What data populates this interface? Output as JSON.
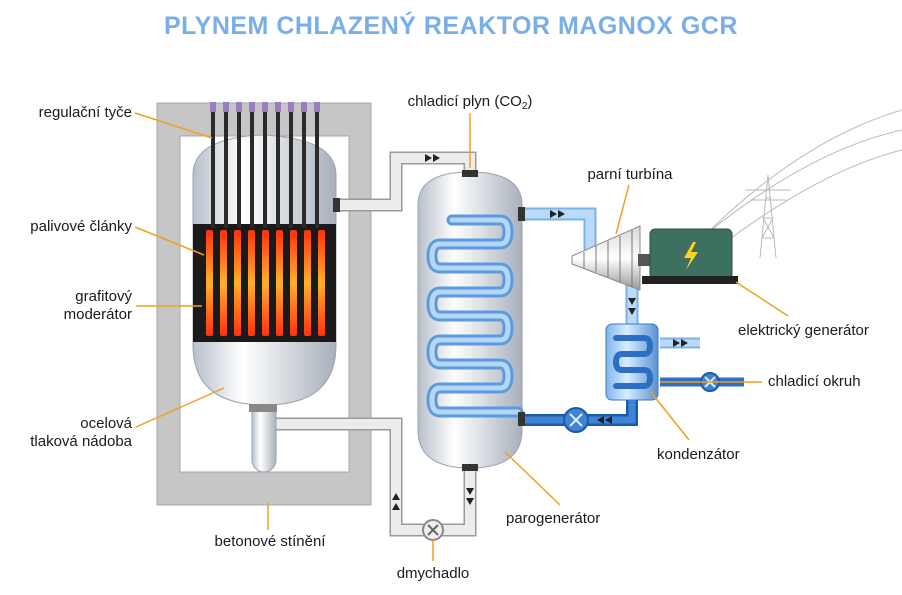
{
  "title": "PLYNEM CHLAZENÝ REAKTOR MAGNOX GCR",
  "labels": {
    "control_rods": "regulační tyče",
    "fuel_cells": "palivové články",
    "graphite_moderator_line1": "grafitový",
    "graphite_moderator_line2": "moderátor",
    "steel_vessel_line1": "ocelová",
    "steel_vessel_line2": "tlaková nádoba",
    "concrete_shield": "betonové stínění",
    "coolant_gas_prefix": "chladicí plyn (CO",
    "coolant_gas_sub": "2",
    "coolant_gas_suffix": ")",
    "steam_turbine": "parní turbína",
    "electric_generator": "elektrický generátor",
    "cooling_circuit": "chladicí okruh",
    "condenser": "kondenzátor",
    "steam_generator": "parogenerátor",
    "blower": "dmychadlo"
  },
  "colors": {
    "title": "#7aaee6",
    "leader_line": "#f0a020",
    "concrete": "#c8c8c8",
    "gas_pipe": "#e2e2e2",
    "water_pipe": "#2d6fc4",
    "steam_pipe": "#9cc8ee",
    "fuel_hot": "#ff5a10",
    "generator": "#3d7060",
    "lightning": "#ffd21e"
  },
  "icons": {
    "generator_symbol": "lightning-icon",
    "pump": "pump-icon",
    "blower": "fan-icon",
    "pylon": "power-pylon-icon"
  }
}
